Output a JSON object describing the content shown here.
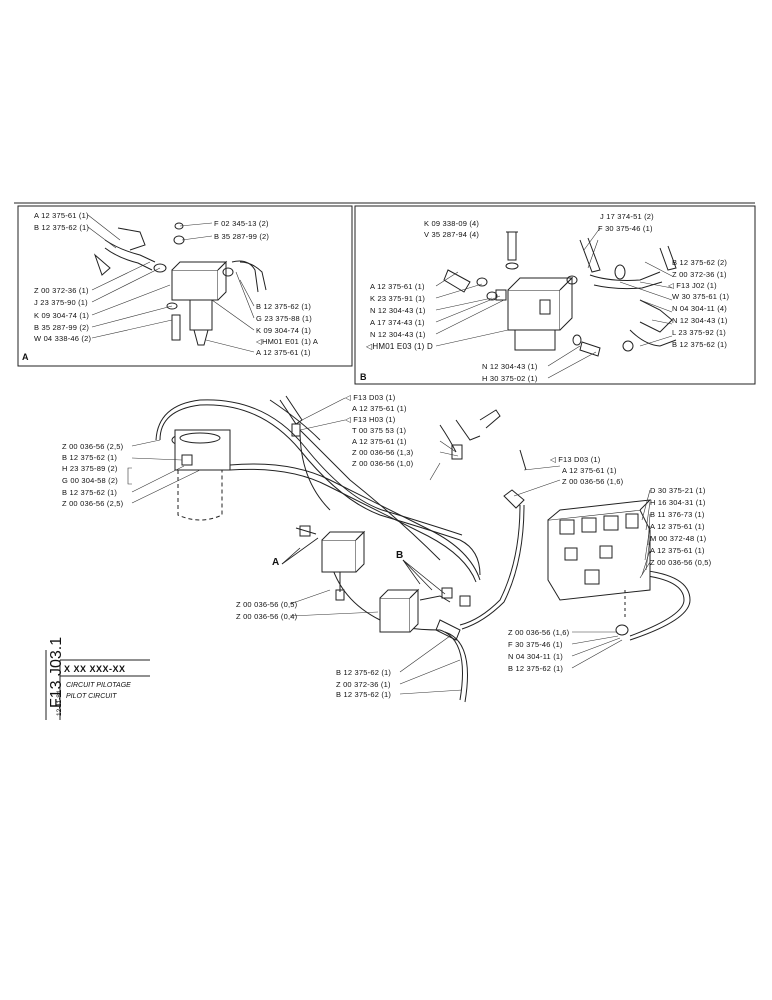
{
  "drawing": {
    "code": "F13 J03.1",
    "date": "12-11-84",
    "reference": "X XX XXX-XX",
    "title_fr": "CIRCUIT PILOTAGE",
    "title_en": "PILOT CIRCUIT"
  },
  "inset_a": {
    "caption": "A",
    "left_labels": [
      "A 12 375-61 (1)",
      "B 12 375-62 (1)",
      "Z 00 372-36 (1)",
      "J 23 375-90 (1)",
      "K 09 304-74 (1)",
      "B 35 287-99 (2)",
      "W 04 338-46 (2)"
    ],
    "right_labels": [
      "F 02 345-13 (2)",
      "B 35 287-99 (2)",
      "B 12 375-62 (1)",
      "G 23 375-88 (1)",
      "K 09 304-74 (1)",
      "◁HM01  E01 (1)  A",
      "A 12 375-61 (1)"
    ]
  },
  "inset_b": {
    "caption": "B",
    "top_left_labels": [
      "K 09 338-09 (4)",
      "V 35 287-94 (4)"
    ],
    "left_labels": [
      "A 12 375-61 (1)",
      "K 23 375-91 (1)",
      "N 12 304-43 (1)",
      "A 17 374-43 (1)",
      "N 12 304-43 (1)",
      "◁HM01  E03 (1) D"
    ],
    "bottom_labels": [
      "N 12 304-43 (1)",
      "H 30 375-02 (1)"
    ],
    "top_right_labels": [
      "J 17 374-51 (2)",
      "F 30 375-46 (1)"
    ],
    "right_labels": [
      "B 12 375-62 (2)",
      "Z 00 372-36 (1)",
      "◁ F13  J02 (1)",
      "W 30 375-61 (1)",
      "N 04 304-11 (4)",
      "N 12 304-43 (1)",
      "L 23 375-92 (1)",
      "B 12 375-62 (1)"
    ]
  },
  "main": {
    "top_center_labels": [
      "◁ F13  D03  (1)",
      "A 12 375-61 (1)",
      "◁ F13  H03 (1)",
      "T 00 375  53 (1)",
      "A 12 375-61 (1)",
      "Z 00 036-56 (1,3)",
      "Z 00 036-56 (1,0)"
    ],
    "left_labels": [
      "Z 00 036-56 (2,5)",
      "B 12 375-62 (1)",
      "H 23 375-89 (2)",
      "G 00 304-58 (2)",
      "B 12 375-62 (1)",
      "Z 00 036-56 (2,5)"
    ],
    "right_top_labels": [
      "◁ F13  D03 (1)",
      "A 12 375-61 (1)",
      "Z 00 036-56 (1,6)"
    ],
    "right_labels": [
      "D 30 375-21 (1)",
      "H 16 304-31 (1)",
      "B 11 376-73 (1)",
      "A 12 375-61 (1)",
      "M 00 372-48 (1)",
      "A 12 375-61 (1)",
      "Z 00 036-56 (0,5)"
    ],
    "center_labels": [
      "Z 00 036-56 (0,5)",
      "Z 00 036-56 (0,4)"
    ],
    "bottom_center_labels": [
      "B 12 375-62 (1)",
      "Z 00 372-36 (1)",
      "B 12 375-62 (1)"
    ],
    "bottom_right_labels": [
      "Z 00 036-56 (1,6)",
      "F 30 375-46 (1)",
      "N 04 304-11 (1)",
      "B 12 375-62 (1)"
    ],
    "marker_a": "A",
    "marker_b": "B"
  }
}
